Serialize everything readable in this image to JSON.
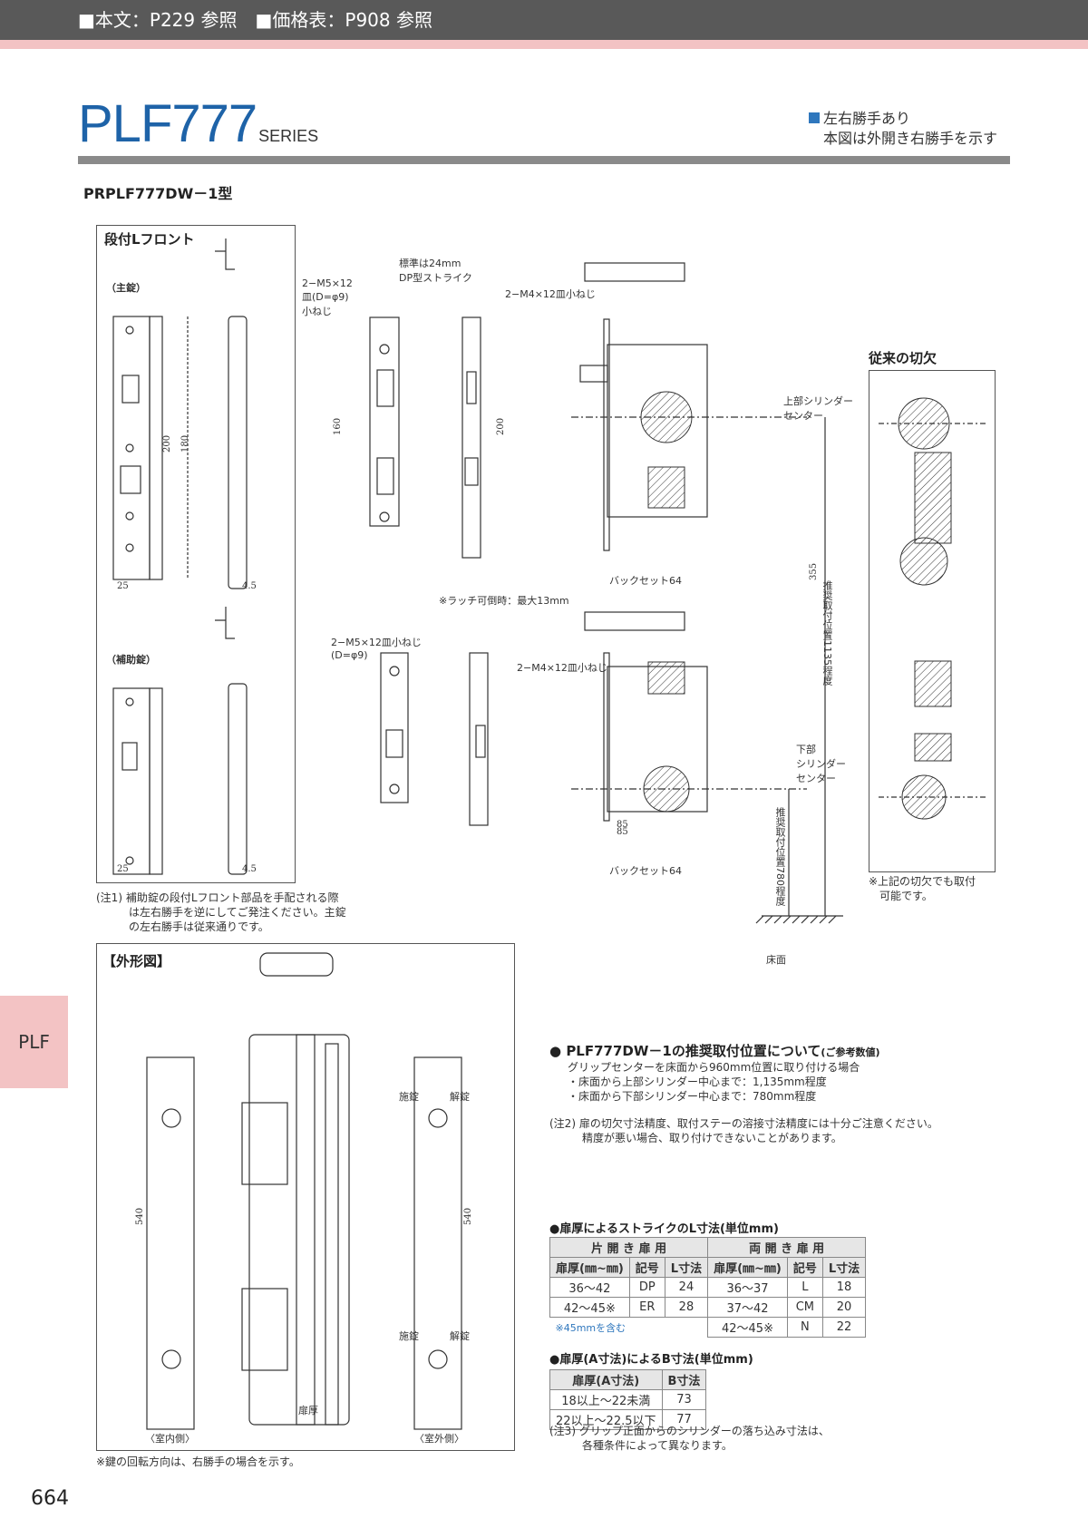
{
  "header": {
    "refs": "■本文：P229 参照　■価格表：P908 参照"
  },
  "title": {
    "main": "PLF777",
    "series": "SERIES"
  },
  "notes_right": {
    "line1": "左右勝手あり",
    "line2": "本図は外開き右勝手を示す"
  },
  "model": "PRPLF777DW－1型",
  "panel_left": {
    "title": "段付Lフロント",
    "main": "（主錠）",
    "aux": "（補助錠）"
  },
  "conventional": {
    "title": "従来の切欠",
    "note": "※上記の切欠でも取付\n　可能です。"
  },
  "note1": "(注1) 補助錠の段付Lフロント部品を手配される際\n　　　は左右勝手を逆にしてご発注ください。主錠\n　　　の左右勝手は従来通りです。",
  "strike_labels": {
    "std": "標準は24mm\nDP型ストライク",
    "screws1": "2−M5×12\n皿(D=φ9)\n小ねじ",
    "screws2": "2−M4×12皿小ねじ",
    "screws3": "2−M5×12皿小ねじ\n(D=φ9)",
    "latch_note": "※ラッチ可倒時：最大13mm",
    "cyl_upper": "上部シリンダー\nセンター",
    "cyl_lower": "下部\nシリンダー\nセンター",
    "floor": "床面",
    "pos_upper": "推奨取付位置1135程度",
    "pos_lower": "推奨取付位置780程度",
    "backset": "バックセット64"
  },
  "outline": {
    "title": "【外形図】",
    "indoor": "〈室内側〉",
    "outdoor": "〈室外側〉",
    "note": "※鍵の回転方向は、右勝手の場合を示す。",
    "lock": "施錠",
    "unlock": "解錠",
    "door": "扉厚"
  },
  "recommend": {
    "heading": "PLF777DW－1の推奨取付位置について",
    "sub": "(ご参考数値)",
    "l1": "グリップセンターを床面から960mm位置に取り付ける場合",
    "l2": "・床面から上部シリンダー中心まで：1,135mm程度",
    "l3": "・床面から下部シリンダー中心まで：780mm程度",
    "note2": "(注2) 扉の切欠寸法精度、取付ステーの溶接寸法精度には十分ご注意ください。\n　　　精度が悪い場合、取り付けできないことがあります。"
  },
  "table1": {
    "caption": "●扉厚によるストライクのL寸法(単位mm)",
    "g1": "片 開 き 扉 用",
    "g2": "両 開 き 扉 用",
    "h1": "扉厚(㎜~㎜)",
    "h2": "記号",
    "h3": "L寸法",
    "rows_left": [
      [
        "36～42",
        "DP",
        "24"
      ],
      [
        "42～45※",
        "ER",
        "28"
      ]
    ],
    "rows_right": [
      [
        "36～37",
        "L",
        "18"
      ],
      [
        "37～42",
        "CM",
        "20"
      ],
      [
        "42～45※",
        "N",
        "22"
      ]
    ],
    "foot": "※45mmを含む"
  },
  "table2": {
    "caption": "●扉厚(A寸法)によるB寸法(単位mm)",
    "h1": "扉厚(A寸法)",
    "h2": "B寸法",
    "rows": [
      [
        "18以上～22未満",
        "73"
      ],
      [
        "22以上～22.5以下",
        "77"
      ]
    ]
  },
  "note3": "(注3) グリップ正面からのシリンダーの落ち込み寸法は、\n　　　各種条件によって異なります。",
  "side_tab": "PLF",
  "page": "664"
}
